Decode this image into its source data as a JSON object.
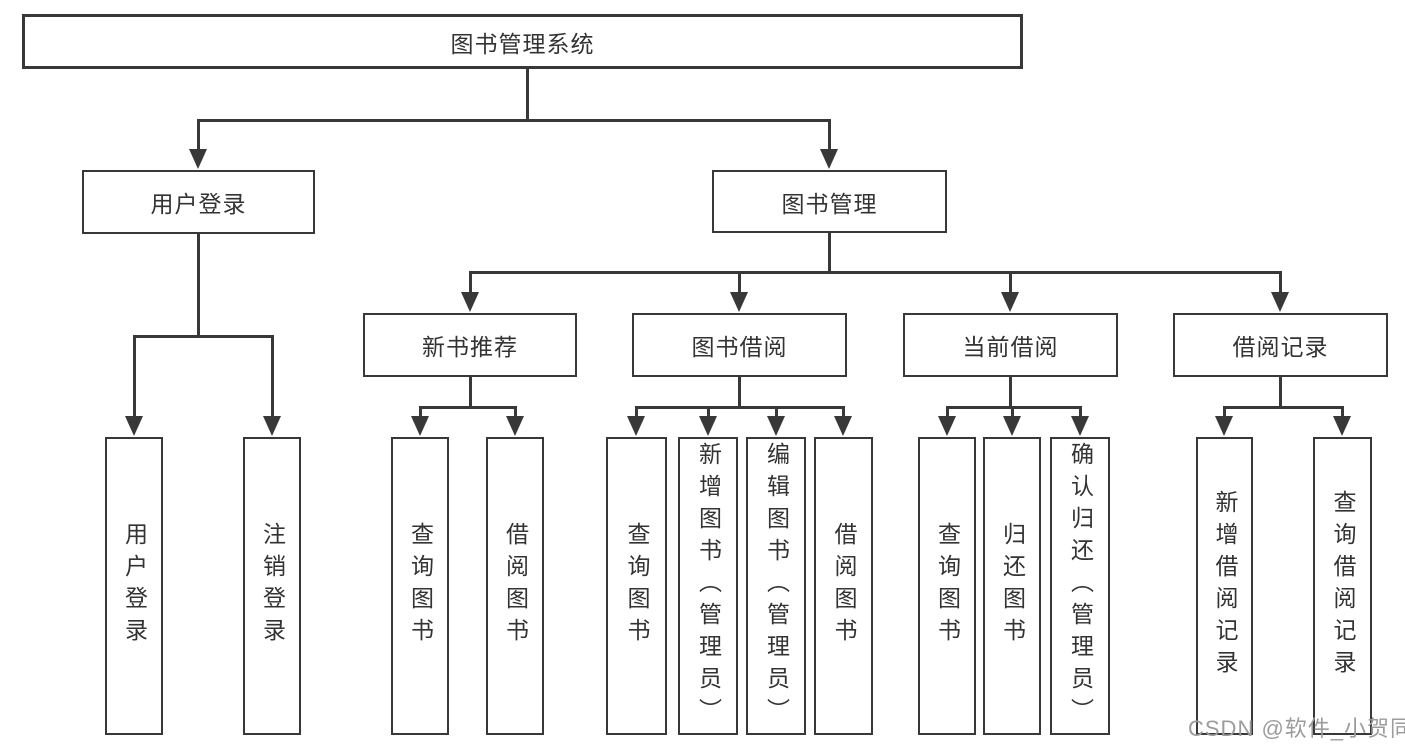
{
  "diagram": {
    "root": "图书管理系统",
    "level2": [
      {
        "label": "用户登录",
        "children": [
          {
            "label": "用户登录"
          },
          {
            "label": "注销登录"
          }
        ]
      },
      {
        "label": "图书管理",
        "children": [
          {
            "label": "新书推荐",
            "children": [
              {
                "label": "查询图书"
              },
              {
                "label": "借阅图书"
              }
            ]
          },
          {
            "label": "图书借阅",
            "children": [
              {
                "label": "查询图书"
              },
              {
                "label": "新增图书（管理员）"
              },
              {
                "label": "编辑图书（管理员）"
              },
              {
                "label": "借阅图书"
              }
            ]
          },
          {
            "label": "当前借阅",
            "children": [
              {
                "label": "查询图书"
              },
              {
                "label": "归还图书"
              },
              {
                "label": "确认归还（管理员）"
              }
            ]
          },
          {
            "label": "借阅记录",
            "children": [
              {
                "label": "新增借阅记录"
              },
              {
                "label": "查询借阅记录"
              }
            ]
          }
        ]
      }
    ]
  },
  "watermark": {
    "text": "CSDN @软件_小贺同学"
  },
  "colors": {
    "line": "#383838",
    "text": "#333333",
    "watermark": "#9c9c9c",
    "bg": "#ffffff"
  }
}
